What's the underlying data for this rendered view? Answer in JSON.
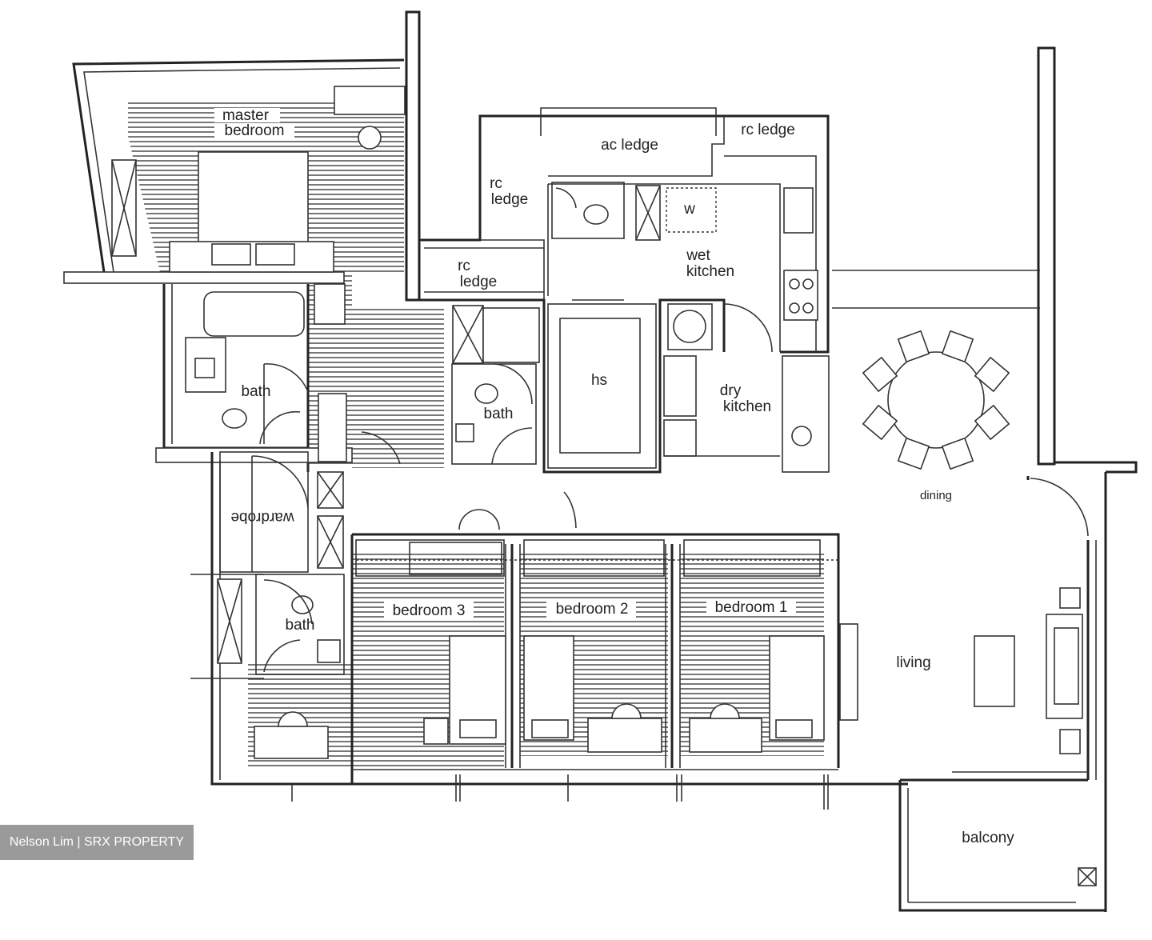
{
  "watermark": "Nelson Lim | SRX PROPERTY",
  "rooms": {
    "master_bedroom_line1": "master",
    "master_bedroom_line2": "bedroom",
    "ac_ledge": "ac ledge",
    "rc_ledge_top": "rc ledge",
    "rc_ledge_mid_1": "rc",
    "rc_ledge_mid_2": "ledge",
    "rc_ledge_low_1": "rc",
    "rc_ledge_low_2": "ledge",
    "wet_kitchen_1": "wet",
    "wet_kitchen_2": "kitchen",
    "washer": "w",
    "bath_master": "bath",
    "bath_center": "bath",
    "bath_lower": "bath",
    "household_shelter": "hs",
    "dry_kitchen_1": "dry",
    "dry_kitchen_2": "kitchen",
    "dining": "dining",
    "wardrobe": "wardrobe",
    "bedroom_3": "bedroom 3",
    "bedroom_2": "bedroom 2",
    "bedroom_1": "bedroom 1",
    "living": "living",
    "balcony": "balcony"
  }
}
